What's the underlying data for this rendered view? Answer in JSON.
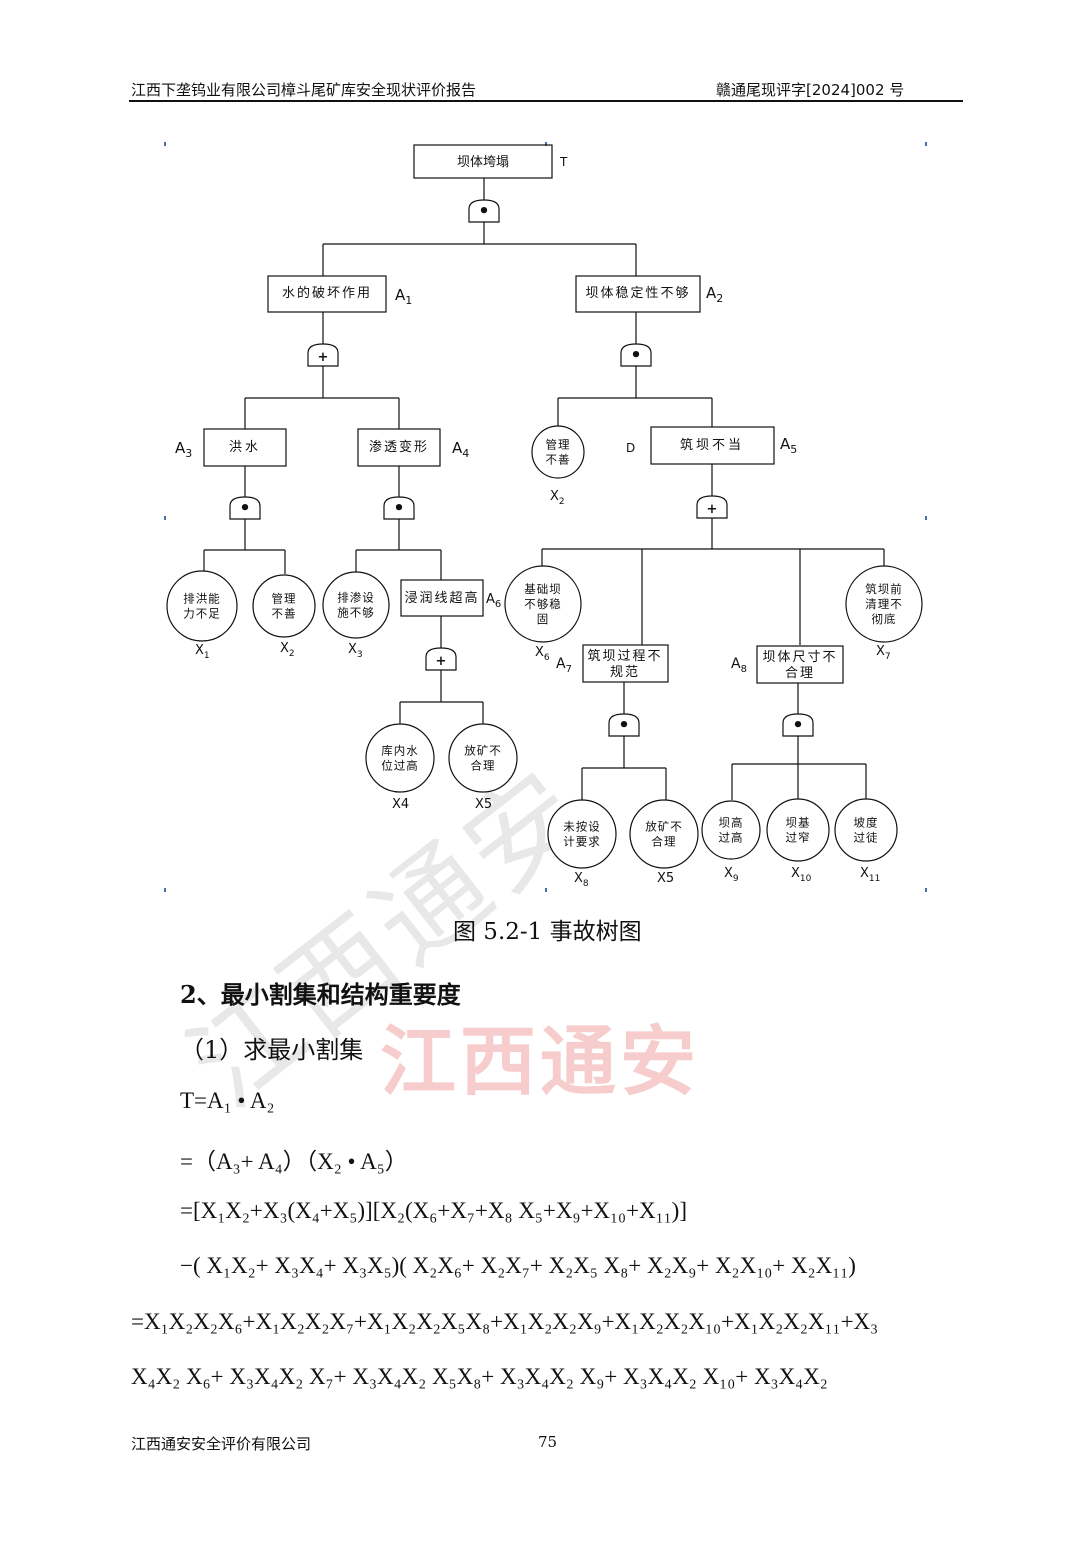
{
  "header": {
    "title": "江西下垄钨业有限公司樟斗尾矿库安全现状评价报告",
    "doc_no": "赣通尾现评字[2024]002 号"
  },
  "watermark": "江西通安",
  "tree": {
    "top": {
      "label": "坝体垮塌",
      "tag": "T"
    },
    "a1": {
      "label": "水的破坏作用",
      "tag": "A",
      "sub": "1"
    },
    "a2": {
      "label": "坝体稳定性不够",
      "tag": "A",
      "sub": "2"
    },
    "a3": {
      "label": "洪水",
      "tag": "A",
      "sub": "3"
    },
    "a4": {
      "label": "渗透变形",
      "tag": "A",
      "sub": "4"
    },
    "a5": {
      "label": "筑坝不当",
      "tag": "A",
      "sub": "5"
    },
    "a6": {
      "label": "浸润线超高",
      "tag": "A",
      "sub": "6"
    },
    "a7": {
      "line1": "筑坝过程不",
      "line2": "规范",
      "tag": "A",
      "sub": "7"
    },
    "a8": {
      "line1": "坝体尺寸不",
      "line2": "合理",
      "tag": "A",
      "sub": "8"
    },
    "d": "D",
    "gate_and": "•",
    "gate_or": "+",
    "events": [
      {
        "id": "x2a",
        "line1": "管理",
        "line2": "不善",
        "line3": "",
        "tag": "X",
        "sub": "2"
      },
      {
        "id": "x1",
        "line1": "排洪能",
        "line2": "力不足",
        "line3": "",
        "tag": "X",
        "sub": "1"
      },
      {
        "id": "x2b",
        "line1": "管理",
        "line2": "不善",
        "line3": "",
        "tag": "X",
        "sub": "2"
      },
      {
        "id": "x3",
        "line1": "排渗设",
        "line2": "施不够",
        "line3": "",
        "tag": "X",
        "sub": "3"
      },
      {
        "id": "x6",
        "line1": "基础坝",
        "line2": "不够稳",
        "line3": "固",
        "tag": "X",
        "sub": "6"
      },
      {
        "id": "x7",
        "line1": "筑坝前",
        "line2": "清理不",
        "line3": "彻底",
        "tag": "X",
        "sub": "7"
      },
      {
        "id": "x4",
        "line1": "库内水",
        "line2": "位过高",
        "line3": "",
        "tag": "X4",
        "sub": ""
      },
      {
        "id": "x5a",
        "line1": "放矿不",
        "line2": "合理",
        "line3": "",
        "tag": "X5",
        "sub": ""
      },
      {
        "id": "x8",
        "line1": "未按设",
        "line2": "计要求",
        "line3": "",
        "tag": "X",
        "sub": "8"
      },
      {
        "id": "x5b",
        "line1": "放矿不",
        "line2": "合理",
        "line3": "",
        "tag": "X5",
        "sub": ""
      },
      {
        "id": "x9",
        "line1": "坝高",
        "line2": "过高",
        "line3": "",
        "tag": "X",
        "sub": "9"
      },
      {
        "id": "x10",
        "line1": "坝基",
        "line2": "过窄",
        "line3": "",
        "tag": "X",
        "sub": "10"
      },
      {
        "id": "x11",
        "line1": "坡度",
        "line2": "过徒",
        "line3": "",
        "tag": "X",
        "sub": "11"
      }
    ]
  },
  "caption": "图 5.2-1 事故树图",
  "section_title": "2、最小割集和结构重要度",
  "subsection": "（1）求最小割集",
  "formulas": {
    "f1": "T=A₁ • A₂",
    "f2": "=（A₃+ A₄）（X₂ • A₅）",
    "f3": "=[X₁X₂+X₃(X₄+X₅)][X₂(X₆+X₇+X₈ X₅+X₉+X₁₀+X₁₁)]",
    "f4": "−( X₁X₂+ X₃X₄+ X₃X₅)(  X₂X₆+ X₂X₇+ X₂X₅ X₈+ X₂X₉+ X₂X₁₀+ X₂X₁₁)",
    "f5": "=X₁X₂X₂X₆+X₁X₂X₂X₇+X₁X₂X₂X₅X₈+X₁X₂X₂X₉+X₁X₂X₂X₁₀+X₁X₂X₂X₁₁+X₃",
    "f6": "X₄X₂  X₆+  X₃X₄X₂  X₇+  X₃X₄X₂  X₅X₈+  X₃X₄X₂  X₉+  X₃X₄X₂  X₁₀+  X₃X₄X₂"
  },
  "footer": {
    "company": "江西通安安全评价有限公司",
    "page": "75"
  }
}
